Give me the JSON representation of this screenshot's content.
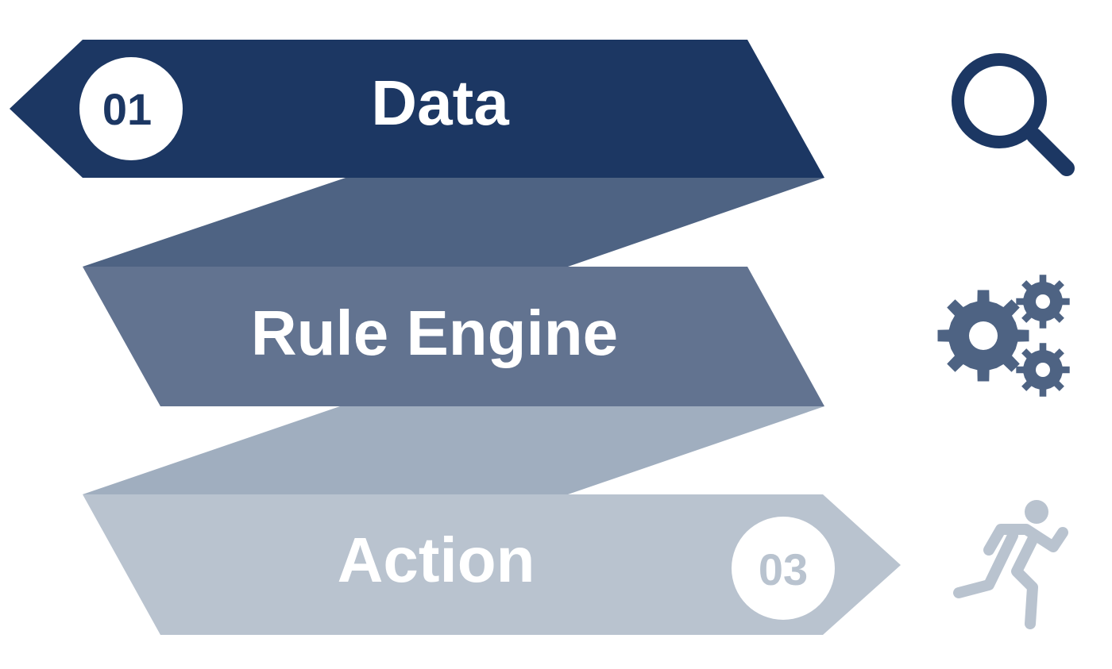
{
  "colors": {
    "band1": "#1c3763",
    "connector1": "#4e6383",
    "band2": "#627390",
    "connector2": "#a0aebf",
    "band3": "#b9c3cf",
    "text": "#ffffff",
    "badge_bg": "#ffffff"
  },
  "steps": [
    {
      "number": "01",
      "label": "Data",
      "icon": "search-icon",
      "icon_color": "#1c3763"
    },
    {
      "number": "",
      "label": "Rule Engine",
      "icon": "gears-icon",
      "icon_color": "#4e6383"
    },
    {
      "number": "03",
      "label": "Action",
      "icon": "running-person-icon",
      "icon_color": "#b9c3cf"
    }
  ]
}
